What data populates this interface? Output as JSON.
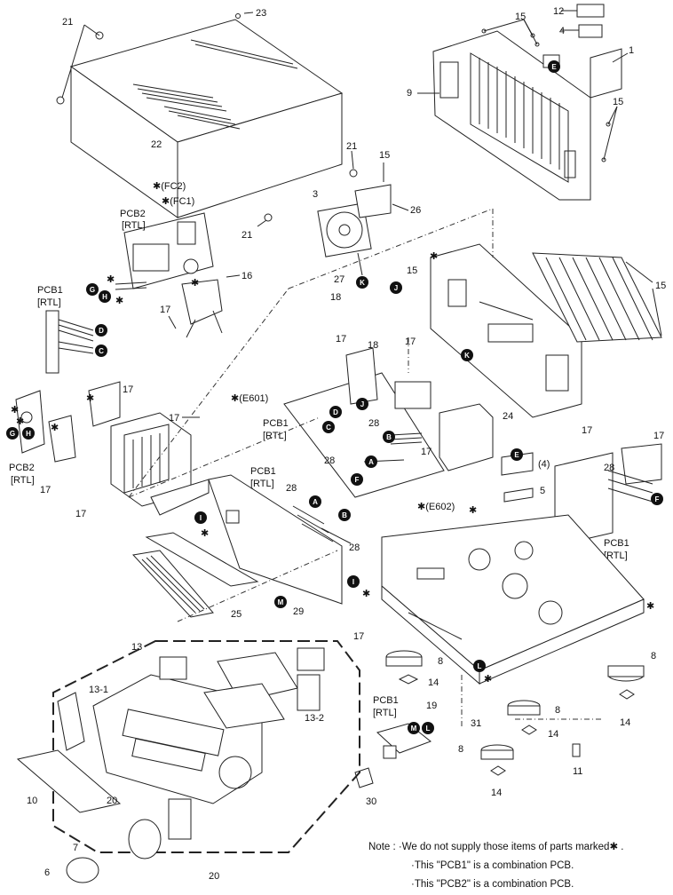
{
  "labels": {
    "pcb1": "PCB1",
    "pcb2": "PCB2",
    "rtl": "[RTL]",
    "fc1": "✱(FC1)",
    "fc2": "✱(FC2)",
    "e601": "✱(E601)",
    "e602": "✱(E602)",
    "four": "(4)",
    "star": "✱"
  },
  "parts": {
    "p1": "1",
    "p3": "3",
    "p4": "4",
    "p5": "5",
    "p6": "6",
    "p7": "7",
    "p8": "8",
    "p9": "9",
    "p10": "10",
    "p11": "11",
    "p12": "12",
    "p13": "13",
    "p13_1": "13-1",
    "p13_2": "13-2",
    "p14": "14",
    "p15": "15",
    "p16": "16",
    "p17": "17",
    "p18": "18",
    "p19": "19",
    "p20": "20",
    "p21": "21",
    "p22": "22",
    "p23": "23",
    "p24": "24",
    "p25": "25",
    "p26": "26",
    "p27": "27",
    "p28": "28",
    "p29": "29",
    "p30": "30",
    "p31": "31"
  },
  "markers": {
    "A": "A",
    "B": "B",
    "C": "C",
    "D": "D",
    "E": "E",
    "F": "F",
    "G": "G",
    "H": "H",
    "I": "I",
    "J": "J",
    "K": "K",
    "L": "L",
    "M": "M"
  },
  "notes": {
    "line1": "Note : ·We do not supply those items of parts marked✱ .",
    "line2": "·This \"PCB1\" is a combination PCB.",
    "line3": "·This \"PCB2\" is a combination PCB."
  }
}
